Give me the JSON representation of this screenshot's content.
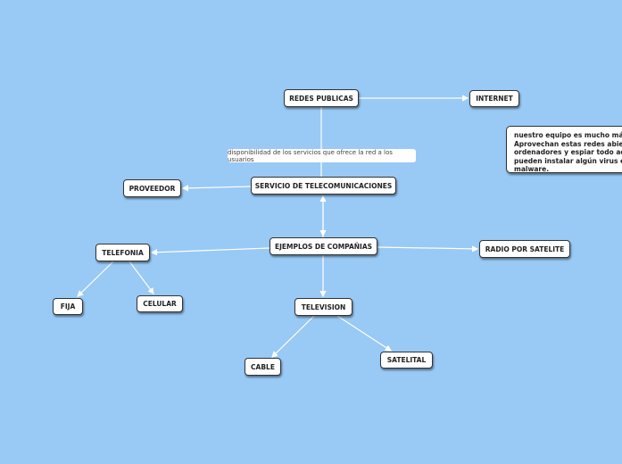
{
  "nodes": {
    "redes": "REDES PUBLICAS",
    "internet": "INTERNET",
    "servicio": "SERVICIO DE TELECOMUNICACIONES",
    "proveedor": "PROVEEDOR",
    "ejemplos": "EJEMPLOS DE COMPAÑIAS",
    "telefonia": "TELEFONIA",
    "radio": "RADIO POR SATELITE",
    "fija": "FIJA",
    "celular": "CELULAR",
    "television": "TELEVISION",
    "cable": "CABLE",
    "satelital": "SATELITAL"
  },
  "link_label": "disponibilidad de los servicios que ofrece la red a los usuarios",
  "note": "nuestro equipo es mucho más v\nAprovechan estas redes abierta\nordenadores y espiar todo aque\npueden instalar algún virus esp\nmalware.",
  "colors": {
    "background": "#99c9f5",
    "line": "#ffffff"
  }
}
